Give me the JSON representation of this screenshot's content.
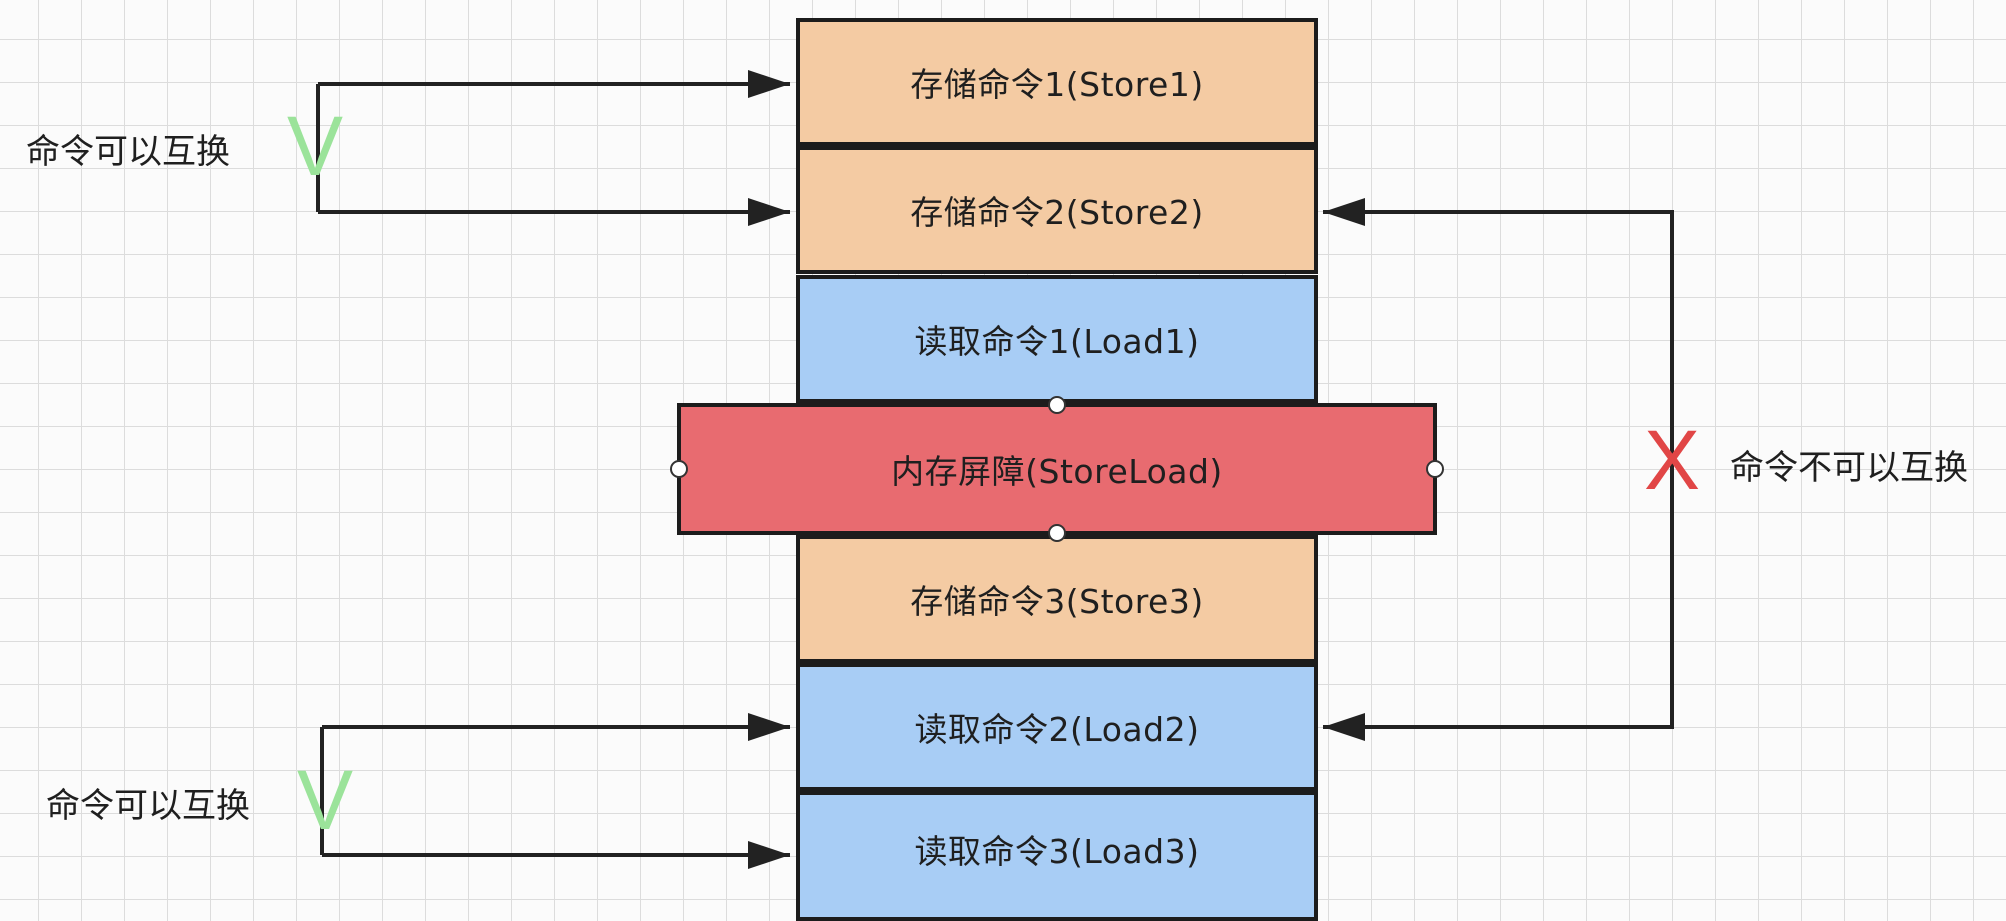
{
  "blocks": [
    {
      "label": "存储命令1(Store1)",
      "kind": "store"
    },
    {
      "label": "存储命令2(Store2)",
      "kind": "store"
    },
    {
      "label": "读取命令1(Load1)",
      "kind": "load"
    },
    {
      "label": "存储命令3(Store3)",
      "kind": "store"
    },
    {
      "label": "读取命令2(Load2)",
      "kind": "load"
    },
    {
      "label": "读取命令3(Load3)",
      "kind": "load"
    }
  ],
  "barrier": {
    "label": "内存屏障(StoreLoad)"
  },
  "annotations": {
    "top_left": "命令可以互换",
    "bottom_left": "命令可以互换",
    "right": "命令不可以互换",
    "check_mark": "V",
    "cross_mark": "X"
  },
  "colors": {
    "store": "#f4cba3",
    "load": "#a8cdf5",
    "barrier": "#e86b70",
    "check": "#9be39a",
    "cross": "#e14646"
  }
}
